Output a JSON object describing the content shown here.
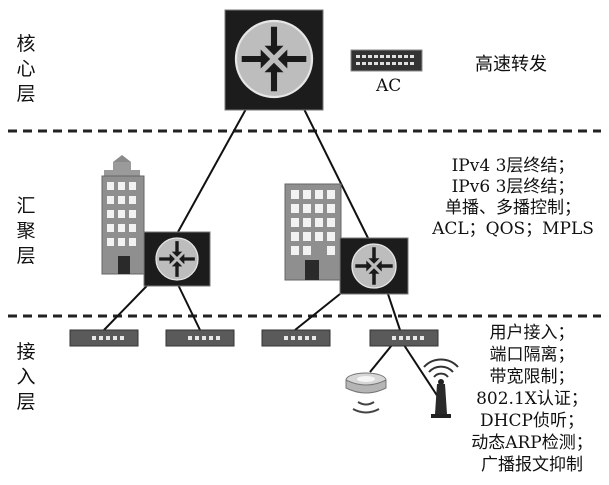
{
  "layers": {
    "core": "核心层",
    "aggregation": "汇聚层",
    "access": "接入层"
  },
  "core": {
    "ac_label": "AC",
    "feature": "高速转发"
  },
  "aggregation": {
    "features": [
      "IPv4 3层终结；",
      "IPv6 3层终结；",
      "单播、多播控制；",
      "ACL；QOS；MPLS"
    ]
  },
  "access": {
    "features": [
      "用户接入；",
      "端口隔离；",
      "带宽限制；",
      "802.1X认证；",
      "DHCP侦听；",
      "动态ARP检测；",
      "广播报文抑制"
    ]
  },
  "icons": {
    "router": "router-icon",
    "switch": "switch-icon",
    "building": "building-icon",
    "access_point": "access-point-icon",
    "antenna": "antenna-icon"
  },
  "colors": {
    "router_fill": "#1c1c1c",
    "switch_fill": "#5a5a5a",
    "building_fill": "#8f8f8f",
    "divider": "#222222"
  }
}
